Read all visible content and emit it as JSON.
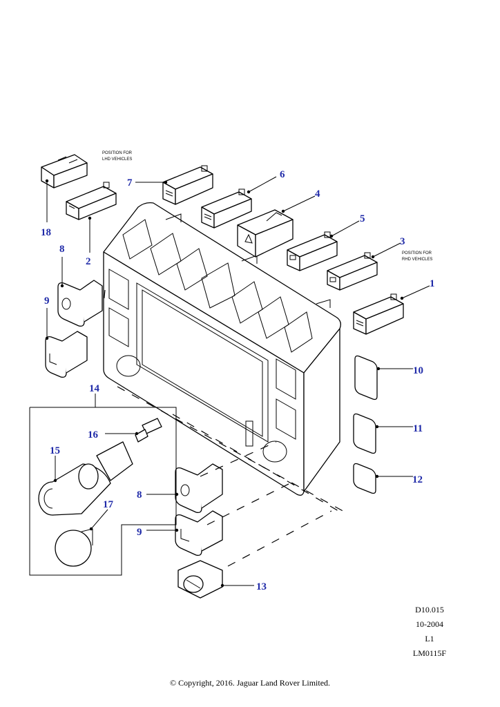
{
  "callouts": {
    "c1": "1",
    "c2": "2",
    "c3": "3",
    "c4": "4",
    "c5": "5",
    "c6": "6",
    "c7": "7",
    "c8a": "8",
    "c8b": "8",
    "c9a": "9",
    "c9b": "9",
    "c10": "10",
    "c11": "11",
    "c12": "12",
    "c13": "13",
    "c14": "14",
    "c15": "15",
    "c16": "16",
    "c17": "17",
    "c18": "18"
  },
  "notes": {
    "lhd_line1": "POSITION FOR",
    "lhd_line2": "LHD VEHICLES",
    "rhd_line1": "POSITION FOR",
    "rhd_line2": "RHD VEHICLES"
  },
  "reference": {
    "diagram_code": "D10.015",
    "date": "10-2004",
    "level": "L1",
    "part_code": "LM0115F"
  },
  "footer": {
    "copyright": "© Copyright, 2016. Jaguar Land Rover Limited."
  },
  "colors": {
    "callout": "#1f2aa8",
    "line": "#000000",
    "background": "#ffffff"
  }
}
